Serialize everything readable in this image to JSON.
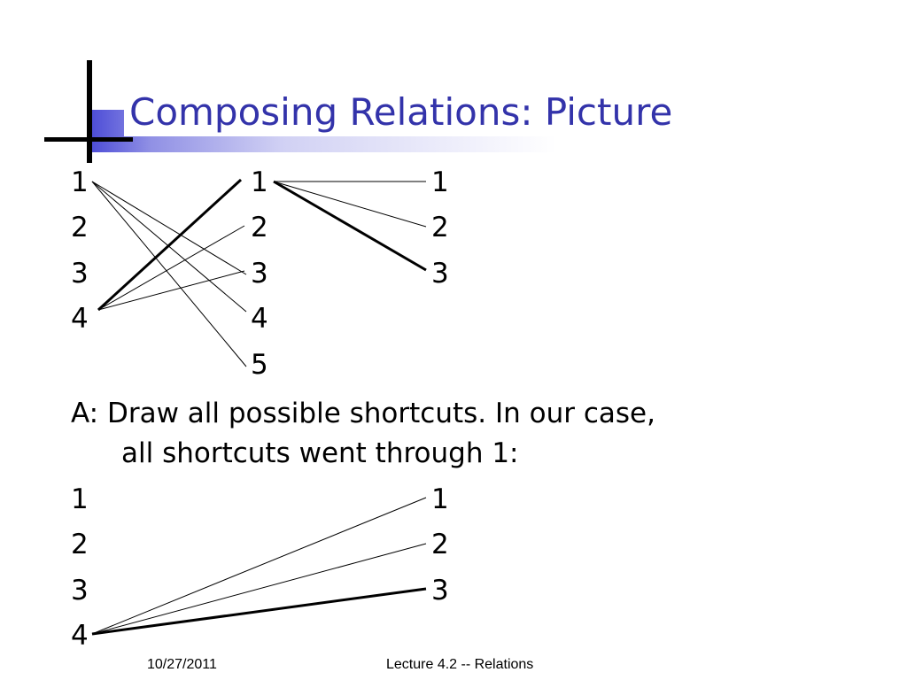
{
  "slide": {
    "title": "Composing Relations: Picture",
    "accent_color": "#3333aa",
    "top_diagram": {
      "left_column": [
        "1",
        "2",
        "3",
        "4"
      ],
      "middle_column": [
        "1",
        "2",
        "3",
        "4",
        "5"
      ],
      "right_column": [
        "1",
        "2",
        "3"
      ]
    },
    "answer_line1": "A:  Draw all possible shortcuts.  In our case,",
    "answer_line2": "all shortcuts went through 1:",
    "bottom_diagram": {
      "left_column": [
        "1",
        "2",
        "3",
        "4"
      ],
      "right_column": [
        "1",
        "2",
        "3"
      ]
    },
    "footer": {
      "date": "10/27/2011",
      "course": "Lecture 4.2 -- Relations"
    }
  }
}
